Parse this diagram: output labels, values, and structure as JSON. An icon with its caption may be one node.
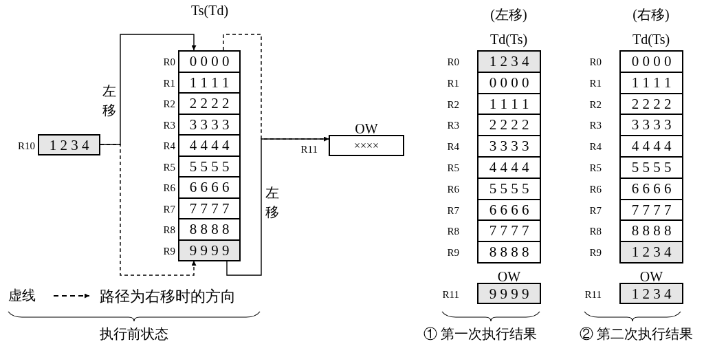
{
  "diagram": {
    "nodes": [
      {
        "text": [
          "0 0 0 0"
        ],
        "beside": [
          "R0"
        ]
      },
      {
        "text": [
          "1 1 1 1"
        ],
        "beside": [
          "R1"
        ]
      },
      {
        "text": [
          "2 2 2 2"
        ],
        "beside": [
          "R2"
        ]
      },
      {
        "text": [
          "3 3 3 3"
        ],
        "beside": [
          "R3"
        ]
      },
      {
        "text": [
          "4 4 4 4"
        ],
        "beside": [
          "R4"
        ]
      },
      {
        "text": [
          "5 5 5 5"
        ],
        "beside": [
          "R5"
        ]
      },
      {
        "text": [
          "6 6 6 6"
        ],
        "beside": [
          "R6"
        ]
      },
      {
        "text": [
          "7 7 7 7"
        ],
        "beside": [
          "R7"
        ]
      },
      {
        "text": [
          "8 8 8 8"
        ],
        "beside": [
          "R8"
        ]
      },
      {
        "text": [
          "9 9 9 9"
        ],
        "beside": [
          "R9"
        ]
      },
      {
        "text": [
          "1 2 3 4"
        ],
        "beside": [
          "R10"
        ]
      },
      {
        "text": [
          "OW",
          "××××"
        ],
        "beside": [
          "R11"
        ]
      },
      {
        "text": [
          "1 2 3 4"
        ],
        "beside": [
          "R0"
        ]
      },
      {
        "text": [
          "0 0 0 0"
        ],
        "beside": [
          "R1"
        ]
      },
      {
        "text": [
          "1 1 1 1"
        ],
        "beside": [
          "R2"
        ]
      },
      {
        "text": [
          "2 2 2 2"
        ],
        "beside": [
          "R3"
        ]
      },
      {
        "text": [
          "3 3 3 3"
        ],
        "beside": [
          "R4"
        ]
      },
      {
        "text": [
          "4 4 4 4"
        ],
        "beside": [
          "R5"
        ]
      },
      {
        "text": [
          "5 5 5 5"
        ],
        "beside": [
          "R6"
        ]
      },
      {
        "text": [
          "6 6 6 6"
        ],
        "beside": [
          "R7"
        ]
      },
      {
        "text": [
          "7 7 7 7"
        ],
        "beside": [
          "R8"
        ]
      },
      {
        "text": [
          "8 8 8 8"
        ],
        "beside": [
          "R9"
        ]
      },
      {
        "text": [
          "OW",
          "9 9 9 9"
        ],
        "beside": [
          "R11"
        ]
      },
      {
        "text": [
          "0 0 0 0"
        ],
        "beside": [
          "R0"
        ]
      },
      {
        "text": [
          "1 1 1 1"
        ],
        "beside": [
          "R1"
        ]
      },
      {
        "text": [
          "2 2 2 2"
        ],
        "beside": [
          "R2"
        ]
      },
      {
        "text": [
          "3 3 3 3"
        ],
        "beside": [
          "R3"
        ]
      },
      {
        "text": [
          "4 4 4 4"
        ],
        "beside": [
          "R4"
        ]
      },
      {
        "text": [
          "5 5 5 5"
        ],
        "beside": [
          "R5"
        ]
      },
      {
        "text": [
          "6 6 6 6"
        ],
        "beside": [
          "R6"
        ]
      },
      {
        "text": [
          "7 7 7 7"
        ],
        "beside": [
          "R7"
        ]
      },
      {
        "text": [
          "8 8 8 8"
        ],
        "beside": [
          "R8"
        ]
      },
      {
        "text": [
          "1 2 3 4"
        ],
        "beside": [
          "R9"
        ]
      },
      {
        "text": [
          "OW",
          "1 2 3 4"
        ],
        "beside": [
          "R11"
        ]
      }
    ],
    "edges": [
      {
        "from": 10,
        "to": 0,
        "arrow": "to"
      },
      {
        "from": 10,
        "to": 9,
        "arrow": "to",
        "style": "dashed"
      },
      {
        "from": 9,
        "to": 11,
        "arrow": "to"
      },
      {
        "from": 0,
        "to": 11,
        "arrow": "to",
        "style": "dashed"
      }
    ],
    "labels": [
      "Ts(Td)",
      "(左移)",
      "(右移)",
      "Td(Ts)",
      "Td(Ts)",
      "左移",
      "左移",
      "虚线",
      "执行前状态",
      "① 第一次执行结果",
      "② 第二次执行结果"
    ],
    "legend": [
      {
        "text": "路径为右移时的方向"
      }
    ]
  }
}
